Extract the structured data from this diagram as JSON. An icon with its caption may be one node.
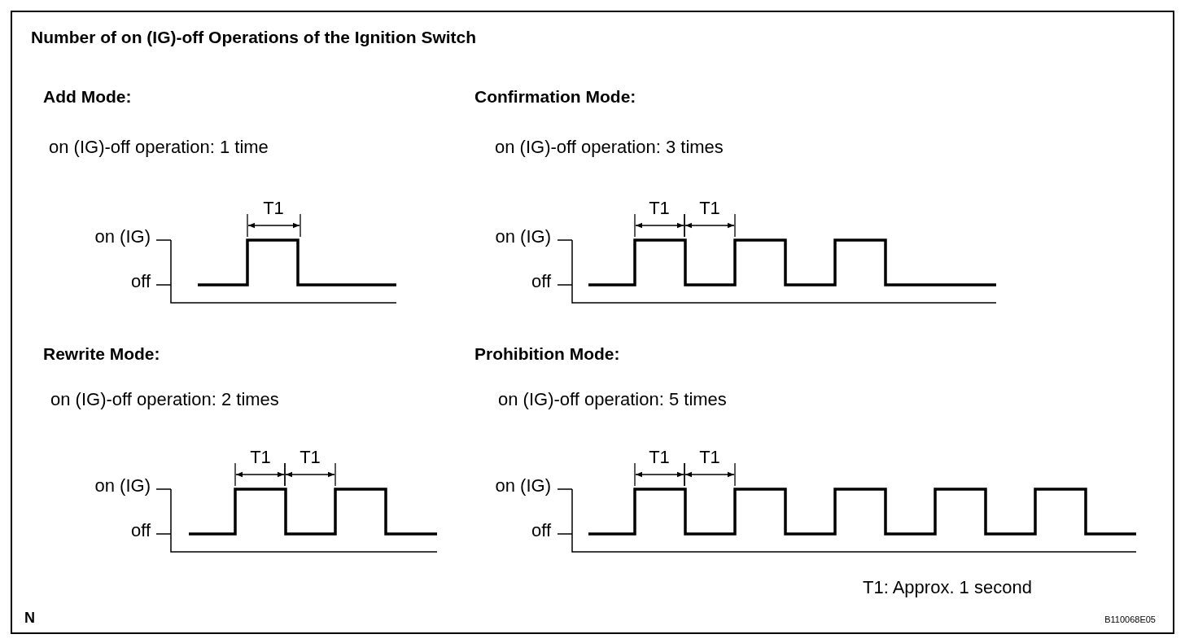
{
  "diagram": {
    "title": "Number of on (IG)-off Operations of the Ignition Switch",
    "labels": [
      "Add Mode:",
      "Confirmation Mode:",
      "on (IG)-off operation: 1 time",
      "on (IG)-off operation: 3 times",
      "T1",
      "T1",
      "T1",
      "on (IG)",
      "on (IG)",
      "off",
      "off",
      "Rewrite Mode:",
      "Prohibition Mode:",
      "on (IG)-off operation: 2 times",
      "on (IG)-off operation: 5 times",
      "T1",
      "T1",
      "T1",
      "T1",
      "on (IG)",
      "on (IG)",
      "off",
      "off",
      "T1: Approx. 1 second",
      "N",
      "B110068E05"
    ]
  }
}
